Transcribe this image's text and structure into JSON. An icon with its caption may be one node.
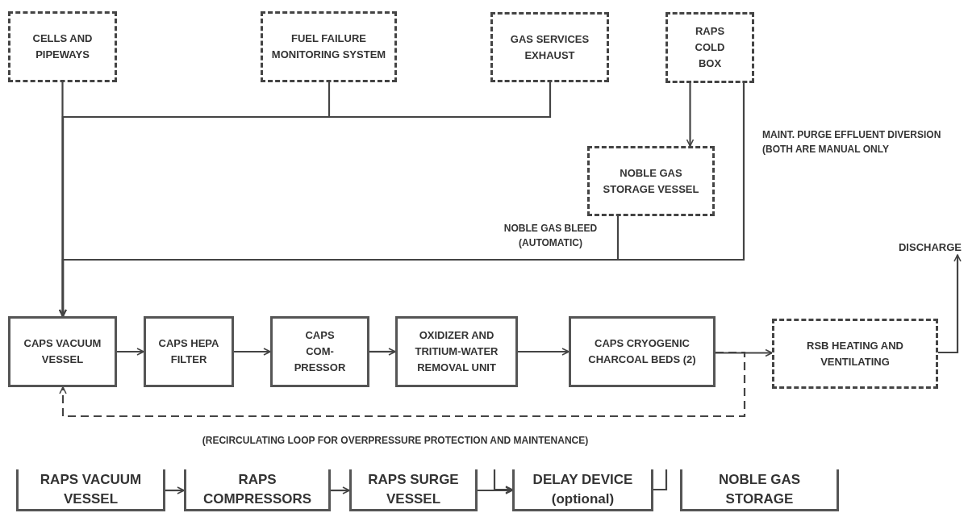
{
  "diagram": {
    "nodes": [
      {
        "text": [
          "CELLS AND PIPEWAYS"
        ]
      },
      {
        "text": [
          "FUEL FAILURE MONITORING SYSTEM"
        ]
      },
      {
        "text": [
          "GAS SERVICES EXHAUST"
        ]
      },
      {
        "text": [
          "RAPS COLD BOX"
        ]
      },
      {
        "text": [
          "NOBLE GAS STORAGE VESSEL"
        ]
      },
      {
        "text": [
          "CAPS VACUUM VESSEL"
        ]
      },
      {
        "text": [
          "CAPS HEPA FILTER"
        ]
      },
      {
        "text": [
          "CAPS COM- PRESSOR"
        ]
      },
      {
        "text": [
          "OXIDIZER AND TRITIUM-WATER REMOVAL UNIT"
        ]
      },
      {
        "text": [
          "CAPS CRYOGENIC CHARCOAL BEDS (2)"
        ]
      },
      {
        "text": [
          "RSB HEATING AND VENTILATING"
        ]
      },
      {
        "text": [
          "DISCHARGE"
        ]
      },
      {
        "text": [
          "RAPS VACUUM VESSEL"
        ]
      },
      {
        "text": [
          "RAPS COMPRESSORS"
        ]
      },
      {
        "text": [
          "RAPS SURGE VESSEL"
        ]
      },
      {
        "text": [
          "DELAY DEVICE (optional)"
        ]
      },
      {
        "text": [
          "NOBLE GAS STORAGE"
        ]
      }
    ],
    "edges": [
      {
        "from": 0,
        "to": 5,
        "arrow": "to"
      },
      {
        "from": 1,
        "to": 5,
        "arrow": "to"
      },
      {
        "from": 2,
        "to": 5,
        "arrow": "to"
      },
      {
        "from": 3,
        "to": 4,
        "arrow": "to"
      },
      {
        "from": 4,
        "to": 5,
        "arrow": "to",
        "label": "NOBLE GAS BLEED (AUTOMATIC)"
      },
      {
        "from": 3,
        "to": 5,
        "arrow": "to",
        "label": "MAINT. PURGE EFFLUENT DIVERSION (BOTH ARE MANUAL ONLY"
      },
      {
        "from": 5,
        "to": 6,
        "arrow": "to"
      },
      {
        "from": 6,
        "to": 7,
        "arrow": "to"
      },
      {
        "from": 7,
        "to": 8,
        "arrow": "to"
      },
      {
        "from": 8,
        "to": 9,
        "arrow": "to"
      },
      {
        "from": 9,
        "to": 10,
        "arrow": "to"
      },
      {
        "from": 9,
        "to": 5,
        "arrow": "to",
        "style": "dashed"
      },
      {
        "from": 10,
        "to": 11,
        "arrow": "to"
      },
      {
        "from": 12,
        "to": 13,
        "arrow": "to"
      },
      {
        "from": 13,
        "to": 14,
        "arrow": "to"
      },
      {
        "from": 14,
        "to": 15,
        "arrow": "to"
      },
      {
        "from": null,
        "to": 15,
        "arrow": "to"
      },
      {
        "from": 15,
        "to": null,
        "arrow": "none"
      }
    ],
    "labels": [
      "(RECIRCULATING LOOP FOR OVERPRESSURE PROTECTION AND MAINTENANCE)"
    ]
  }
}
